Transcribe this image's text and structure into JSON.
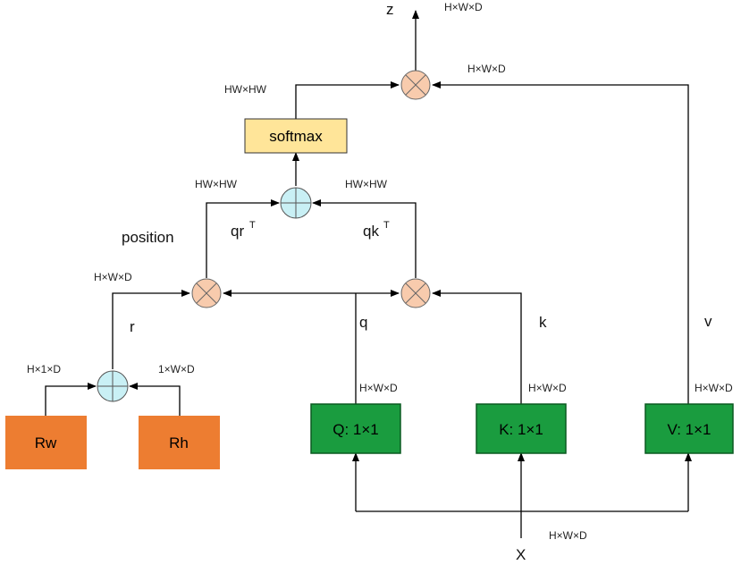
{
  "nodes": {
    "softmax": "softmax",
    "q_conv": "Q: 1×1",
    "k_conv": "K: 1×1",
    "v_conv": "V: 1×1",
    "rw": "Rw",
    "rh": "Rh"
  },
  "labels": {
    "z": "z",
    "x": "X",
    "q": "q",
    "k": "k",
    "v": "v",
    "r": "r",
    "position": "position",
    "qr_base": "qr",
    "qr_sup": "T",
    "qk_base": "qk",
    "qk_sup": "T"
  },
  "dims": {
    "z_out": "H×W×D",
    "v_to_out": "H×W×D",
    "softmax_out": "HW×HW",
    "qr": "HW×HW",
    "qk": "HW×HW",
    "r": "H×W×D",
    "rw": "H×1×D",
    "rh": "1×W×D",
    "q": "H×W×D",
    "k": "H×W×D",
    "v": "H×W×D",
    "x": "H×W×D"
  },
  "colors": {
    "conv_fill": "#1a9c3f",
    "conv_border": "#0a5a20",
    "rel_fill": "#ed7d31",
    "softmax_fill": "#ffe599",
    "mult_fill": "#f8cbad",
    "add_fill": "#c9f0f5"
  }
}
